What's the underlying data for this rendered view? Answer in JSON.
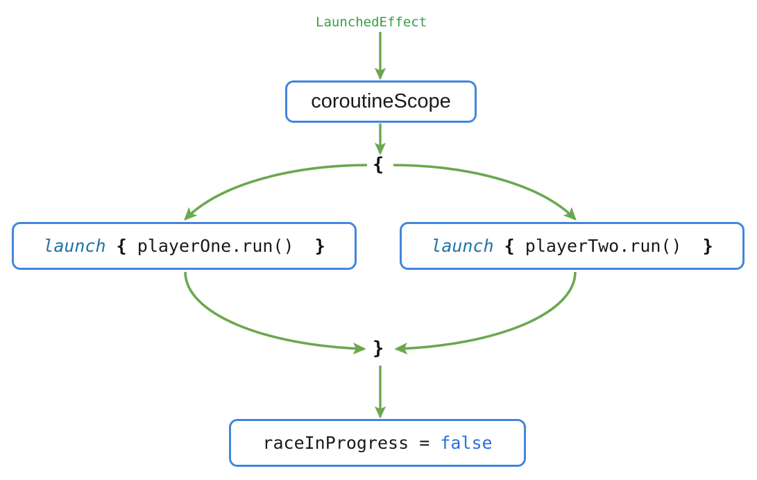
{
  "diagram": {
    "title_label": "LaunchedEffect",
    "colors": {
      "edge_green": "#6aa84f",
      "box_border_blue": "#4186dd",
      "keyword_blue": "#1f72a8",
      "literal_blue": "#2a6fdb",
      "label_green": "#36a040",
      "text_black": "#1a1a1a",
      "background": "#ffffff"
    },
    "nodes": {
      "launched_effect": "LaunchedEffect",
      "coroutine_scope": "coroutineScope",
      "open_brace": "{",
      "close_brace": "}",
      "launch_one": {
        "keyword": "launch",
        "open": "{",
        "body": "playerOne.run()",
        "close": "}"
      },
      "launch_two": {
        "keyword": "launch",
        "open": "{",
        "body": "playerTwo.run()",
        "close": "}"
      },
      "race_flag": {
        "assignment": "raceInProgress = ",
        "value": "false"
      }
    },
    "edges": [
      {
        "name": "launchedeffect-to-coroutinescope",
        "kind": "straight-arrow",
        "direction": "down"
      },
      {
        "name": "coroutinescope-to-open-brace",
        "kind": "straight-arrow",
        "direction": "down"
      },
      {
        "name": "open-brace-to-launch-one",
        "kind": "curved-arrow",
        "direction": "down-left"
      },
      {
        "name": "open-brace-to-launch-two",
        "kind": "curved-arrow",
        "direction": "down-right"
      },
      {
        "name": "launch-one-to-close-brace",
        "kind": "curved-arrow",
        "direction": "down-right"
      },
      {
        "name": "launch-two-to-close-brace",
        "kind": "curved-arrow",
        "direction": "down-left"
      },
      {
        "name": "close-brace-to-race-flag",
        "kind": "straight-arrow",
        "direction": "down"
      }
    ]
  }
}
